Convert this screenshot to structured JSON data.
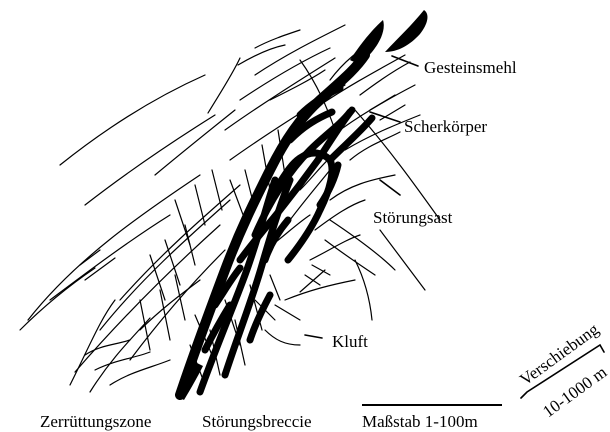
{
  "labels": {
    "gesteinsmehl": "Gesteinsmehl",
    "scherkoerper": "Scherkörper",
    "stoerungsast": "Störungsast",
    "kluft": "Kluft",
    "zerruettungszone": "Zerrüttungszone",
    "stoerungsbreccie": "Störungsbreccie",
    "massstab": "Maßstab 1-100m",
    "verschiebung": "Verschiebung",
    "verschiebung_range": "10-1000 m"
  }
}
